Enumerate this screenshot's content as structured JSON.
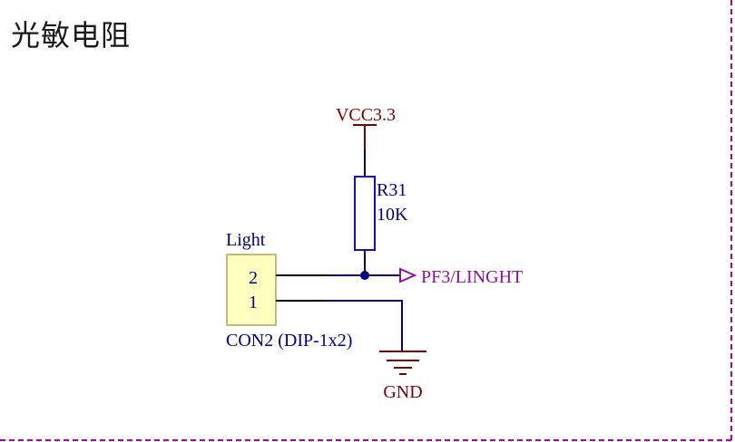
{
  "title": "光敏电阻",
  "power": {
    "label": "VCC3.3"
  },
  "resistor": {
    "designator": "R31",
    "value": "10K"
  },
  "connector": {
    "name": "Light",
    "part": "CON2 (DIP-1x2)",
    "pins": [
      {
        "number": "2"
      },
      {
        "number": "1"
      }
    ]
  },
  "net_port": {
    "label": "PF3/LINGHT"
  },
  "ground": {
    "label": "GND"
  },
  "colors": {
    "border": "#b000b0",
    "wire": "#000080",
    "component_outline": "#1010c0",
    "component_fill": "#ffffc0",
    "power_symbol": "#800000",
    "port": "#9010a0",
    "text": "#000080"
  }
}
